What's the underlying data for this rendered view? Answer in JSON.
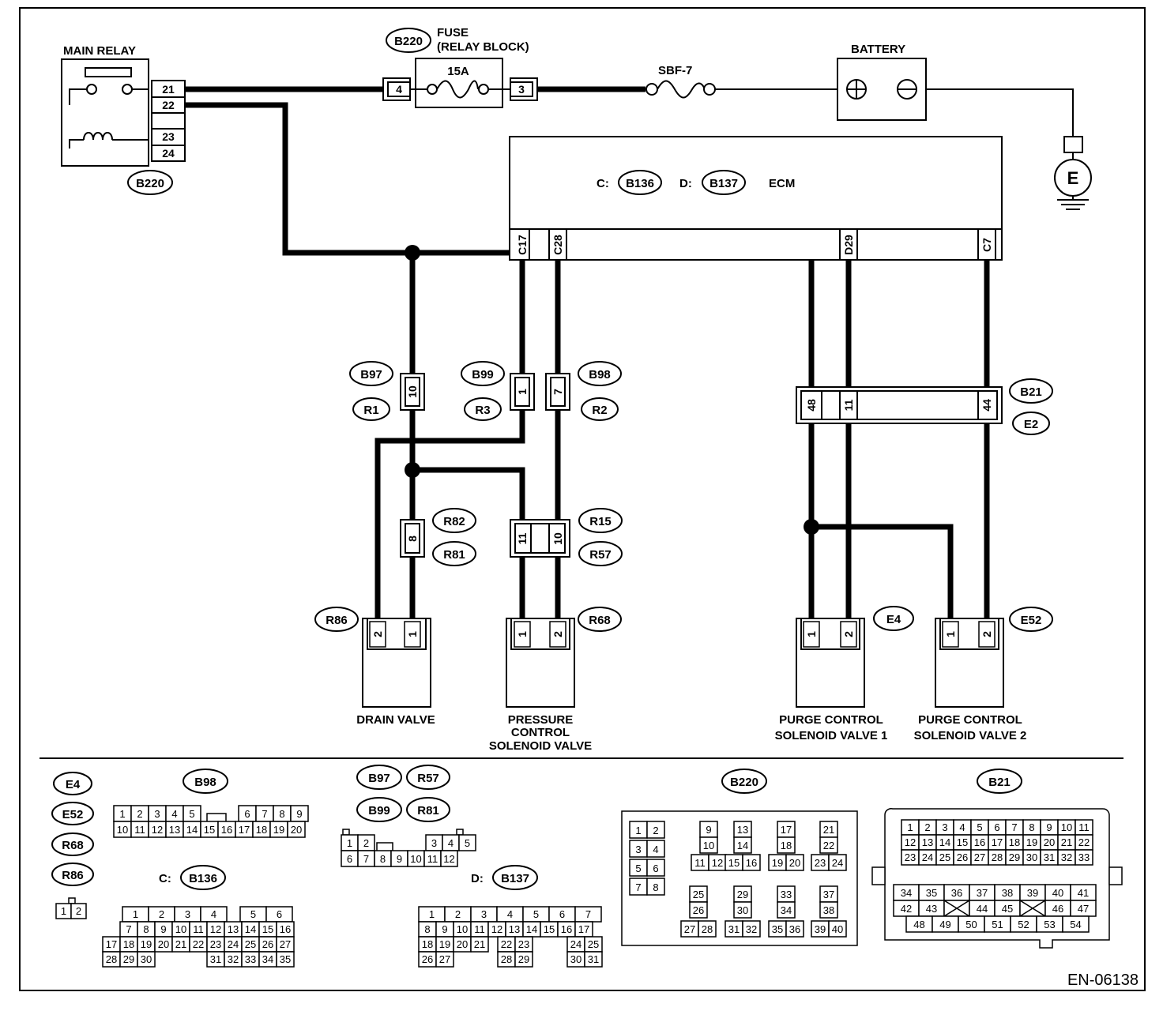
{
  "relay": {
    "title": "MAIN RELAY",
    "pins": [
      "21",
      "22",
      "23",
      "24"
    ]
  },
  "fuse": {
    "title_1": "FUSE",
    "title_2": "(RELAY BLOCK)",
    "rating": "15A",
    "pin_in": "4",
    "pin_out": "3"
  },
  "sbf": "SBF-7",
  "battery": "BATTERY",
  "ground": "E",
  "ecm": {
    "title": "ECM",
    "c_label": "C:",
    "d_label": "D:",
    "pins": [
      "C17",
      "C28",
      "D29",
      "C7"
    ]
  },
  "conn": {
    "b220": "B220",
    "b136": "B136",
    "b137": "B137",
    "b97": "B97",
    "r1": "R1",
    "b99": "B99",
    "r3": "R3",
    "b98": "B98",
    "r2": "R2",
    "b21": "B21",
    "e2": "E2",
    "r82": "R82",
    "r81": "R81",
    "r15": "R15",
    "r57": "R57",
    "r86": "R86",
    "r68": "R68",
    "e4": "E4",
    "e52": "E52"
  },
  "pins": {
    "b97": "10",
    "b99": "1",
    "b98": "7",
    "b21": [
      "48",
      "11",
      "44"
    ],
    "r82": "8",
    "r15": [
      "11",
      "10"
    ],
    "drain": [
      "2",
      "1"
    ],
    "pcsv": [
      "1",
      "2"
    ],
    "p1": [
      "1",
      "2"
    ],
    "p2": [
      "1",
      "2"
    ]
  },
  "components": {
    "drain": "DRAIN VALVE",
    "pcsv": [
      "PRESSURE",
      "CONTROL",
      "SOLENOID VALVE"
    ],
    "p1": [
      "PURGE CONTROL",
      "SOLENOID VALVE 1"
    ],
    "p2": [
      "PURGE CONTROL",
      "SOLENOID VALVE 2"
    ]
  },
  "faces": {
    "small": [
      [
        "1",
        "2"
      ]
    ],
    "b98": [
      [
        "1",
        "2",
        "3",
        "4",
        "5",
        "",
        "6",
        "7",
        "8",
        "9"
      ],
      [
        "10",
        "11",
        "12",
        "13",
        "14",
        "15",
        "16",
        "17",
        "18",
        "19",
        "20"
      ]
    ],
    "b97": [
      [
        "1",
        "2",
        "",
        "3",
        "4",
        "5"
      ],
      [
        "6",
        "7",
        "8",
        "9",
        "10",
        "11",
        "12"
      ]
    ],
    "c136": [
      [
        "1",
        "2",
        "3",
        "4",
        "5",
        "6"
      ],
      [
        "7",
        "8",
        "9",
        "10",
        "11",
        "12",
        "13",
        "14",
        "15",
        "16"
      ],
      [
        "17",
        "18",
        "19",
        "20",
        "21",
        "22",
        "23",
        "24",
        "25",
        "26",
        "27"
      ],
      [
        "28",
        "29",
        "30",
        "31",
        "32",
        "33",
        "34",
        "35"
      ]
    ],
    "d137": [
      [
        "1",
        "2",
        "3",
        "4",
        "5",
        "6",
        "7"
      ],
      [
        "8",
        "9",
        "10",
        "11",
        "12",
        "13",
        "14",
        "15",
        "16",
        "17"
      ],
      [
        "18",
        "19",
        "20",
        "21",
        "22",
        "23",
        "24",
        "25"
      ],
      [
        "26",
        "27",
        "28",
        "29",
        "30",
        "31"
      ]
    ],
    "b220": [
      "1",
      "2",
      "3",
      "4",
      "5",
      "6",
      "7",
      "8",
      "9",
      "10",
      "11",
      "12",
      "13",
      "14",
      "15",
      "16",
      "17",
      "18",
      "19",
      "20",
      "21",
      "22",
      "23",
      "24",
      "25",
      "26",
      "27",
      "28",
      "29",
      "30",
      "31",
      "32",
      "33",
      "34",
      "35",
      "36",
      "37",
      "38",
      "39",
      "40"
    ],
    "b21": [
      [
        "1",
        "2",
        "3",
        "4",
        "5",
        "6",
        "7",
        "8",
        "9",
        "10",
        "11"
      ],
      [
        "12",
        "13",
        "14",
        "15",
        "16",
        "17",
        "18",
        "19",
        "20",
        "21",
        "22"
      ],
      [
        "23",
        "24",
        "25",
        "26",
        "27",
        "28",
        "29",
        "30",
        "31",
        "32",
        "33"
      ],
      [
        "34",
        "35",
        "36",
        "37",
        "38",
        "39",
        "40",
        "41"
      ],
      [
        "42",
        "43",
        "44",
        "45",
        "46",
        "47"
      ],
      [
        "48",
        "49",
        "50",
        "51",
        "52",
        "53",
        "54"
      ]
    ]
  },
  "footer": "EN-06138"
}
